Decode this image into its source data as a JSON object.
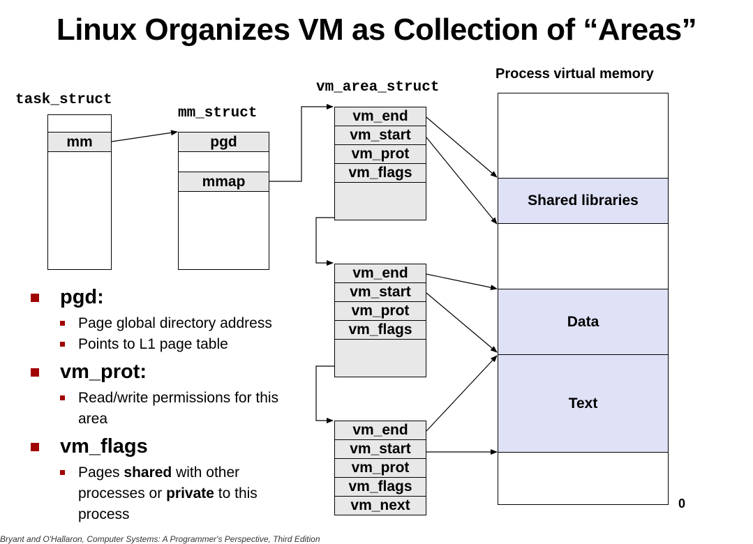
{
  "title": "Linux Organizes VM as Collection of “Areas”",
  "labels": {
    "task_struct": "task_struct",
    "mm_struct": "mm_struct",
    "vm_area_struct": "vm_area_struct",
    "process_vm": "Process virtual memory",
    "zero": "0"
  },
  "task_struct": {
    "mm": "mm"
  },
  "mm_struct": {
    "pgd": "pgd",
    "mmap": "mmap"
  },
  "vm_areas": [
    {
      "vm_end": "vm_end",
      "vm_start": "vm_start",
      "vm_prot": "vm_prot",
      "vm_flags": "vm_flags"
    },
    {
      "vm_end": "vm_end",
      "vm_start": "vm_start",
      "vm_prot": "vm_prot",
      "vm_flags": "vm_flags"
    },
    {
      "vm_end": "vm_end",
      "vm_start": "vm_start",
      "vm_prot": "vm_prot",
      "vm_flags": "vm_flags",
      "vm_next": "vm_next"
    }
  ],
  "regions": {
    "shared": "Shared libraries",
    "data": "Data",
    "text": "Text"
  },
  "bullets": {
    "pgd": {
      "head": "pgd:",
      "items": [
        "Page global directory address",
        "Points to L1 page table"
      ]
    },
    "vm_prot": {
      "head": "vm_prot:",
      "items": [
        "Read/write permissions for this area"
      ]
    },
    "vm_flags": {
      "head": "vm_flags",
      "item_parts": [
        "Pages ",
        "shared",
        " with other processes or ",
        "private",
        " to this process"
      ]
    }
  },
  "footer": "Bryant and O'Hallaron, Computer Systems: A Programmer's Perspective, Third Edition",
  "colors": {
    "cell_fill": "#e8e8e8",
    "region_fill": "#dfe1f6",
    "bullet": "#a00000"
  }
}
